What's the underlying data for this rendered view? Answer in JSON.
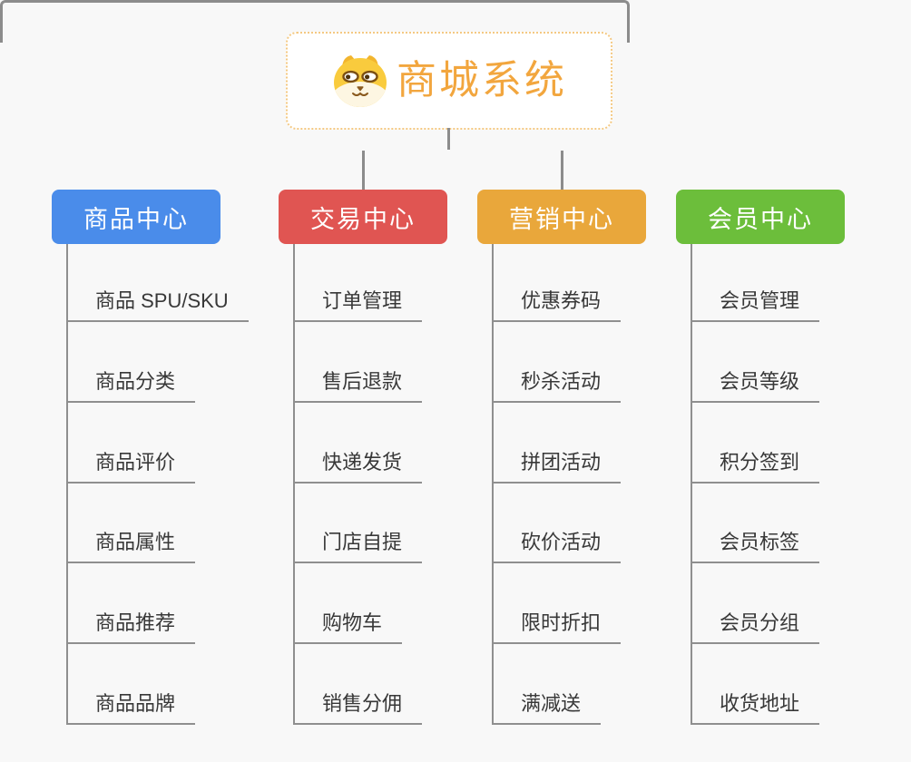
{
  "canvas": {
    "background": "#f8f8f8"
  },
  "root": {
    "title": "商城系统",
    "icon": "dog-face-icon",
    "title_color": "#f2a63e",
    "border_color": "#f4c983"
  },
  "connectors": {
    "tree_line_color": "#8c8c8c",
    "item_line_color": "#8f8f8f"
  },
  "item_text_color": "#383838",
  "branches": [
    {
      "label": "商品中心",
      "color": "#4a8cea",
      "items": [
        "商品 SPU/SKU",
        "商品分类",
        "商品评价",
        "商品属性",
        "商品推荐",
        "商品品牌"
      ]
    },
    {
      "label": "交易中心",
      "color": "#e05552",
      "items": [
        "订单管理",
        "售后退款",
        "快递发货",
        "门店自提",
        "购物车",
        "销售分佣"
      ]
    },
    {
      "label": "营销中心",
      "color": "#e9a73b",
      "items": [
        "优惠券码",
        "秒杀活动",
        "拼团活动",
        "砍价活动",
        "限时折扣",
        "满减送"
      ]
    },
    {
      "label": "会员中心",
      "color": "#6cbe3b",
      "items": [
        "会员管理",
        "会员等级",
        "积分签到",
        "会员标签",
        "会员分组",
        "收货地址"
      ]
    }
  ]
}
